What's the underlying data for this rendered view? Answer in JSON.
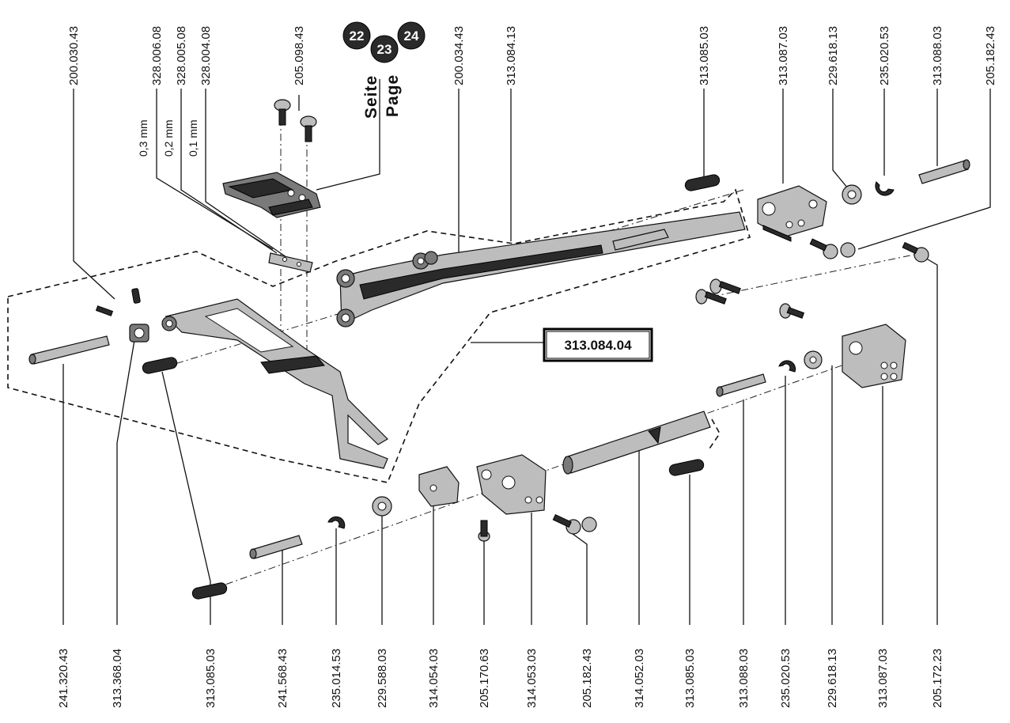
{
  "labels_bottom": [
    "241.320.43",
    "313.368.04",
    "313.085.03",
    "241.568.43",
    "235.014.53",
    "229.588.03",
    "314.054.03",
    "205.170.63",
    "314.053.03",
    "205.182.43",
    "314.052.03",
    "313.085.03",
    "313.088.03",
    "235.020.53",
    "229.618.13",
    "313.087.03",
    "205.172.23"
  ],
  "labels_top": [
    "200.030.43",
    "328.006.08",
    "328.005.08",
    "328.004.08",
    "205.098.43",
    "200.034.43",
    "313.084.13",
    "313.085.03",
    "313.087.03",
    "229.618.13",
    "235.020.53",
    "313.088.03",
    "205.182.43"
  ],
  "thickness": [
    "0,3 mm",
    "0,2 mm",
    "0,1 mm"
  ],
  "page_ref": {
    "word1": "Seite",
    "word2": "Page",
    "pages": [
      "22",
      "23",
      "24"
    ]
  },
  "boxed_part": "313.084.04"
}
